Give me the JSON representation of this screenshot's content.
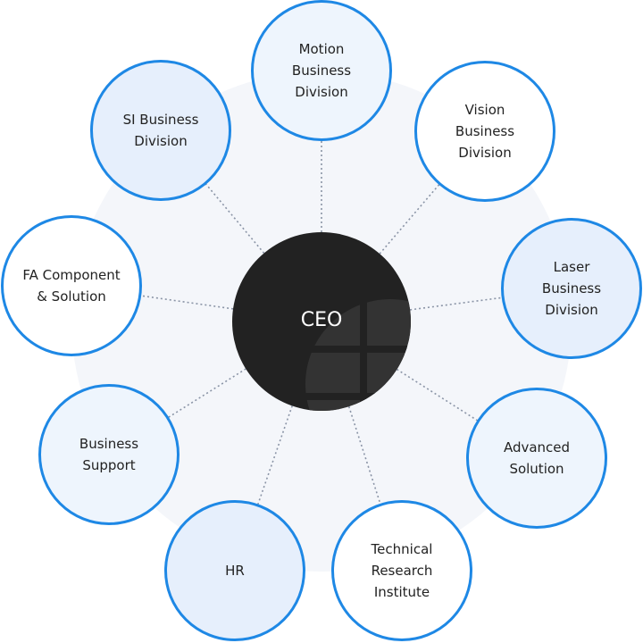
{
  "center": {
    "label": "CEO"
  },
  "colors": {
    "border": "#1e88e5",
    "white": "#ffffff",
    "light": "#eef5fd",
    "blue": "#e6effc",
    "line": "#8a94a6",
    "ceo": "#222222"
  },
  "nodes": [
    {
      "label": "Motion\nBusiness\nDivision",
      "fill": "light"
    },
    {
      "label": "Vision\nBusiness\nDivision",
      "fill": "white"
    },
    {
      "label": "Laser\nBusiness\nDivision",
      "fill": "blue"
    },
    {
      "label": "Advanced\nSolution",
      "fill": "light"
    },
    {
      "label": "Technical\nResearch\nInstitute",
      "fill": "white"
    },
    {
      "label": "HR",
      "fill": "blue"
    },
    {
      "label": "Business\nSupport",
      "fill": "light"
    },
    {
      "label": "FA Component\n& Solution",
      "fill": "white"
    },
    {
      "label": "SI Business\nDivision",
      "fill": "blue"
    }
  ]
}
